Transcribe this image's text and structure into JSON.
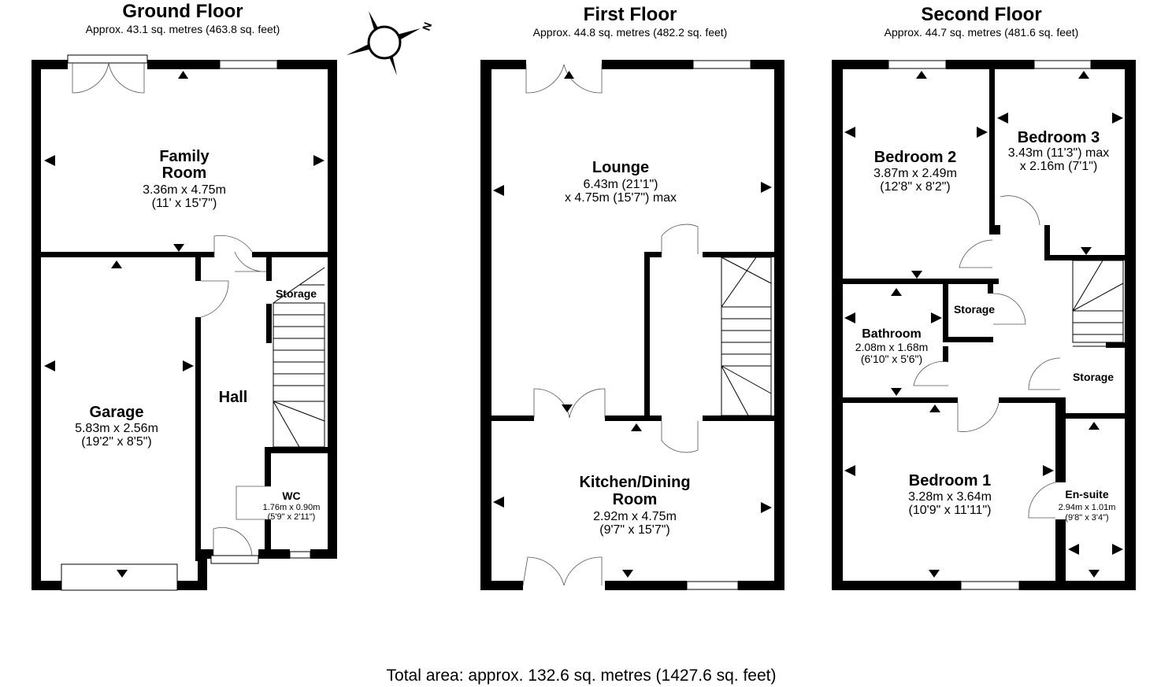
{
  "floors": [
    {
      "title": "Ground Floor",
      "area": "Approx. 43.1 sq. metres (463.8 sq. feet)",
      "rooms": [
        {
          "name_line1": "Family",
          "name_line2": "Room",
          "dim1": "3.36m x 4.75m",
          "dim2": "(11' x 15'7\")"
        },
        {
          "name_line1": "Garage",
          "dim1": "5.83m x 2.56m",
          "dim2": "(19'2\" x 8'5\")"
        },
        {
          "name_line1": "Hall"
        },
        {
          "name_line1": "Storage"
        },
        {
          "name_line1": "WC",
          "dim1": "1.76m x 0.90m",
          "dim2": "(5'9\" x 2'11\")"
        }
      ]
    },
    {
      "title": "First Floor",
      "area": "Approx. 44.8 sq. metres (482.2 sq. feet)",
      "rooms": [
        {
          "name_line1": "Lounge",
          "dim1": "6.43m (21'1\")",
          "dim2": "x 4.75m (15'7\") max"
        },
        {
          "name_line1": "Kitchen/Dining",
          "name_line2": "Room",
          "dim1": "2.92m x 4.75m",
          "dim2": "(9'7\" x 15'7\")"
        }
      ]
    },
    {
      "title": "Second Floor",
      "area": "Approx. 44.7 sq. metres (481.6 sq. feet)",
      "rooms": [
        {
          "name_line1": "Bedroom 2",
          "dim1": "3.87m x 2.49m",
          "dim2": "(12'8\" x 8'2\")"
        },
        {
          "name_line1": "Bedroom 3",
          "dim1": "3.43m (11'3\") max",
          "dim2": "x 2.16m (7'1\")"
        },
        {
          "name_line1": "Bathroom",
          "dim1": "2.08m x 1.68m",
          "dim2": "(6'10\" x 5'6\")"
        },
        {
          "name_line1": "Storage"
        },
        {
          "name_line1": "Storage"
        },
        {
          "name_line1": "Bedroom 1",
          "dim1": "3.28m x 3.64m",
          "dim2": "(10'9\" x 11'11\")"
        },
        {
          "name_line1": "En-suite",
          "dim1": "2.94m x 1.01m",
          "dim2": "(9'8\" x 3'4\")"
        }
      ]
    }
  ],
  "compass": {
    "label": "N",
    "icon": "compass-icon"
  },
  "total": "Total area: approx. 132.6 sq. metres (1427.6 sq. feet)"
}
